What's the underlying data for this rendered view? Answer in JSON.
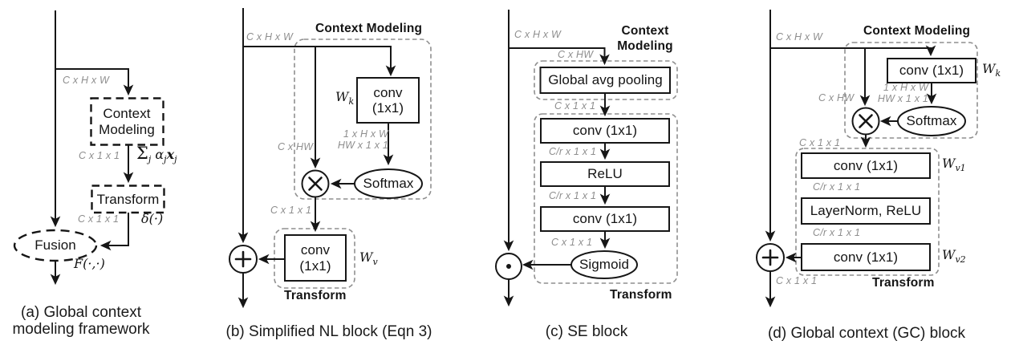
{
  "panel_a": {
    "caption1": "(a) Global context",
    "caption2": "modeling framework",
    "dim_input": "C x H x W",
    "dim_context_out": "C x 1 x 1",
    "dim_transform_out": "C x 1 x 1",
    "box_context": "Context Modeling",
    "box_transform": "Transform",
    "fusion": "Fusion",
    "sum": {
      "sigma": "Σ",
      "sigma_sub": "j",
      "alpha": " α",
      "alpha_sub": "j",
      "x": "x",
      "x_sub": "j"
    },
    "delta": "δ(·)",
    "fusion_fn": "F(·,·)"
  },
  "panel_b": {
    "caption": "(b) Simplified NL block (Eqn 3)",
    "title_context": "Context Modeling",
    "title_transform": "Transform",
    "dim_input": "C x H x W",
    "dim_chw": "C x HW",
    "dim_1hw": "1 x H x W",
    "dim_hw11": "HW x 1 x 1",
    "dim_c11": "C x 1 x 1",
    "conv_k": "conv (1x1)",
    "conv_v": "conv (1x1)",
    "softmax": "Softmax",
    "wk": {
      "base": "W",
      "sub": "k"
    },
    "wv": {
      "base": "W",
      "sub": "v"
    }
  },
  "panel_c": {
    "caption": "(c) SE block",
    "title_context1": "Context",
    "title_context2": "Modeling",
    "title_transform": "Transform",
    "dim_input": "C x H x W",
    "dim_chw": "C x HW",
    "dim_c11_top": "C x 1 x 1",
    "dim_cr1": "C/r x 1 x 1",
    "dim_cr2": "C/r x 1 x 1",
    "dim_c11_bot": "C x 1 x 1",
    "pool": "Global avg pooling",
    "conv1": "conv (1x1)",
    "relu": "ReLU",
    "conv2": "conv (1x1)",
    "sigmoid": "Sigmoid"
  },
  "panel_d": {
    "caption": "(d) Global context (GC) block",
    "title_context": "Context Modeling",
    "title_transform": "Transform",
    "dim_input": "C x H x W",
    "dim_chw": "C x HW",
    "dim_1hw": "1 x H x W",
    "dim_hw11": "HW x 1 x 1",
    "dim_c11_mid": "C x 1 x 1",
    "dim_cr1": "C/r x 1 x 1",
    "dim_cr2": "C/r x 1 x 1",
    "dim_c11_bot": "C x 1 x 1",
    "conv_k": "conv (1x1)",
    "conv_v1": "conv (1x1)",
    "layernorm": "LayerNorm, ReLU",
    "conv_v2": "conv (1x1)",
    "softmax": "Softmax",
    "wk": {
      "base": "W",
      "sub": "k"
    },
    "wv1": {
      "base": "W",
      "sub": "v1"
    },
    "wv2": {
      "base": "W",
      "sub": "v2"
    }
  },
  "colors": {
    "ink": "#161616",
    "dim_text": "#8e8e8e",
    "dash_gray": "#8f8f8f"
  }
}
